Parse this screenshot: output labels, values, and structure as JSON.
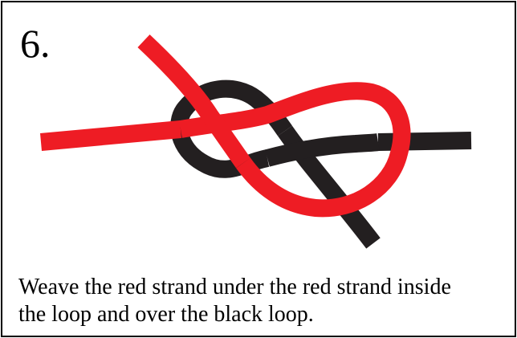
{
  "step": {
    "number": "6."
  },
  "instruction": {
    "line1": "Weave the red strand under the red strand inside",
    "line2": "the loop and over the black loop."
  },
  "colors": {
    "red_strand": "#ee1c24",
    "black_strand": "#231f20",
    "border": "#000000",
    "background": "#ffffff"
  }
}
